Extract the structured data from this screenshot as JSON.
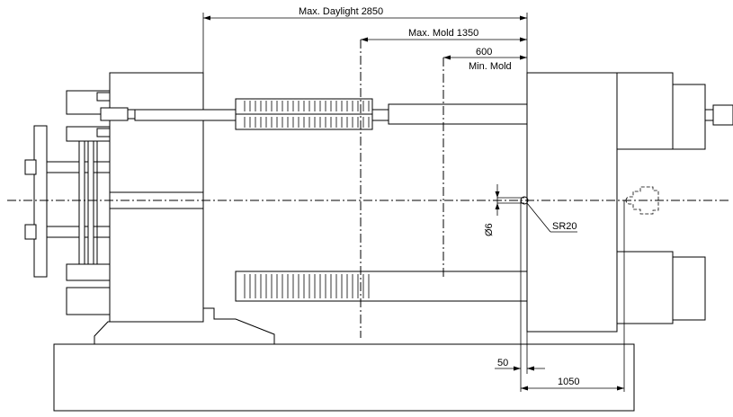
{
  "labels": {
    "max_daylight": "Max. Daylight 2850",
    "max_mold": "Max. Mold 1350",
    "min_mold_value": "600",
    "min_mold_text": "Min. Mold",
    "diameter": "Ø6",
    "sphere_radius": "SR20",
    "dim_50": "50",
    "dim_1050": "1050"
  }
}
